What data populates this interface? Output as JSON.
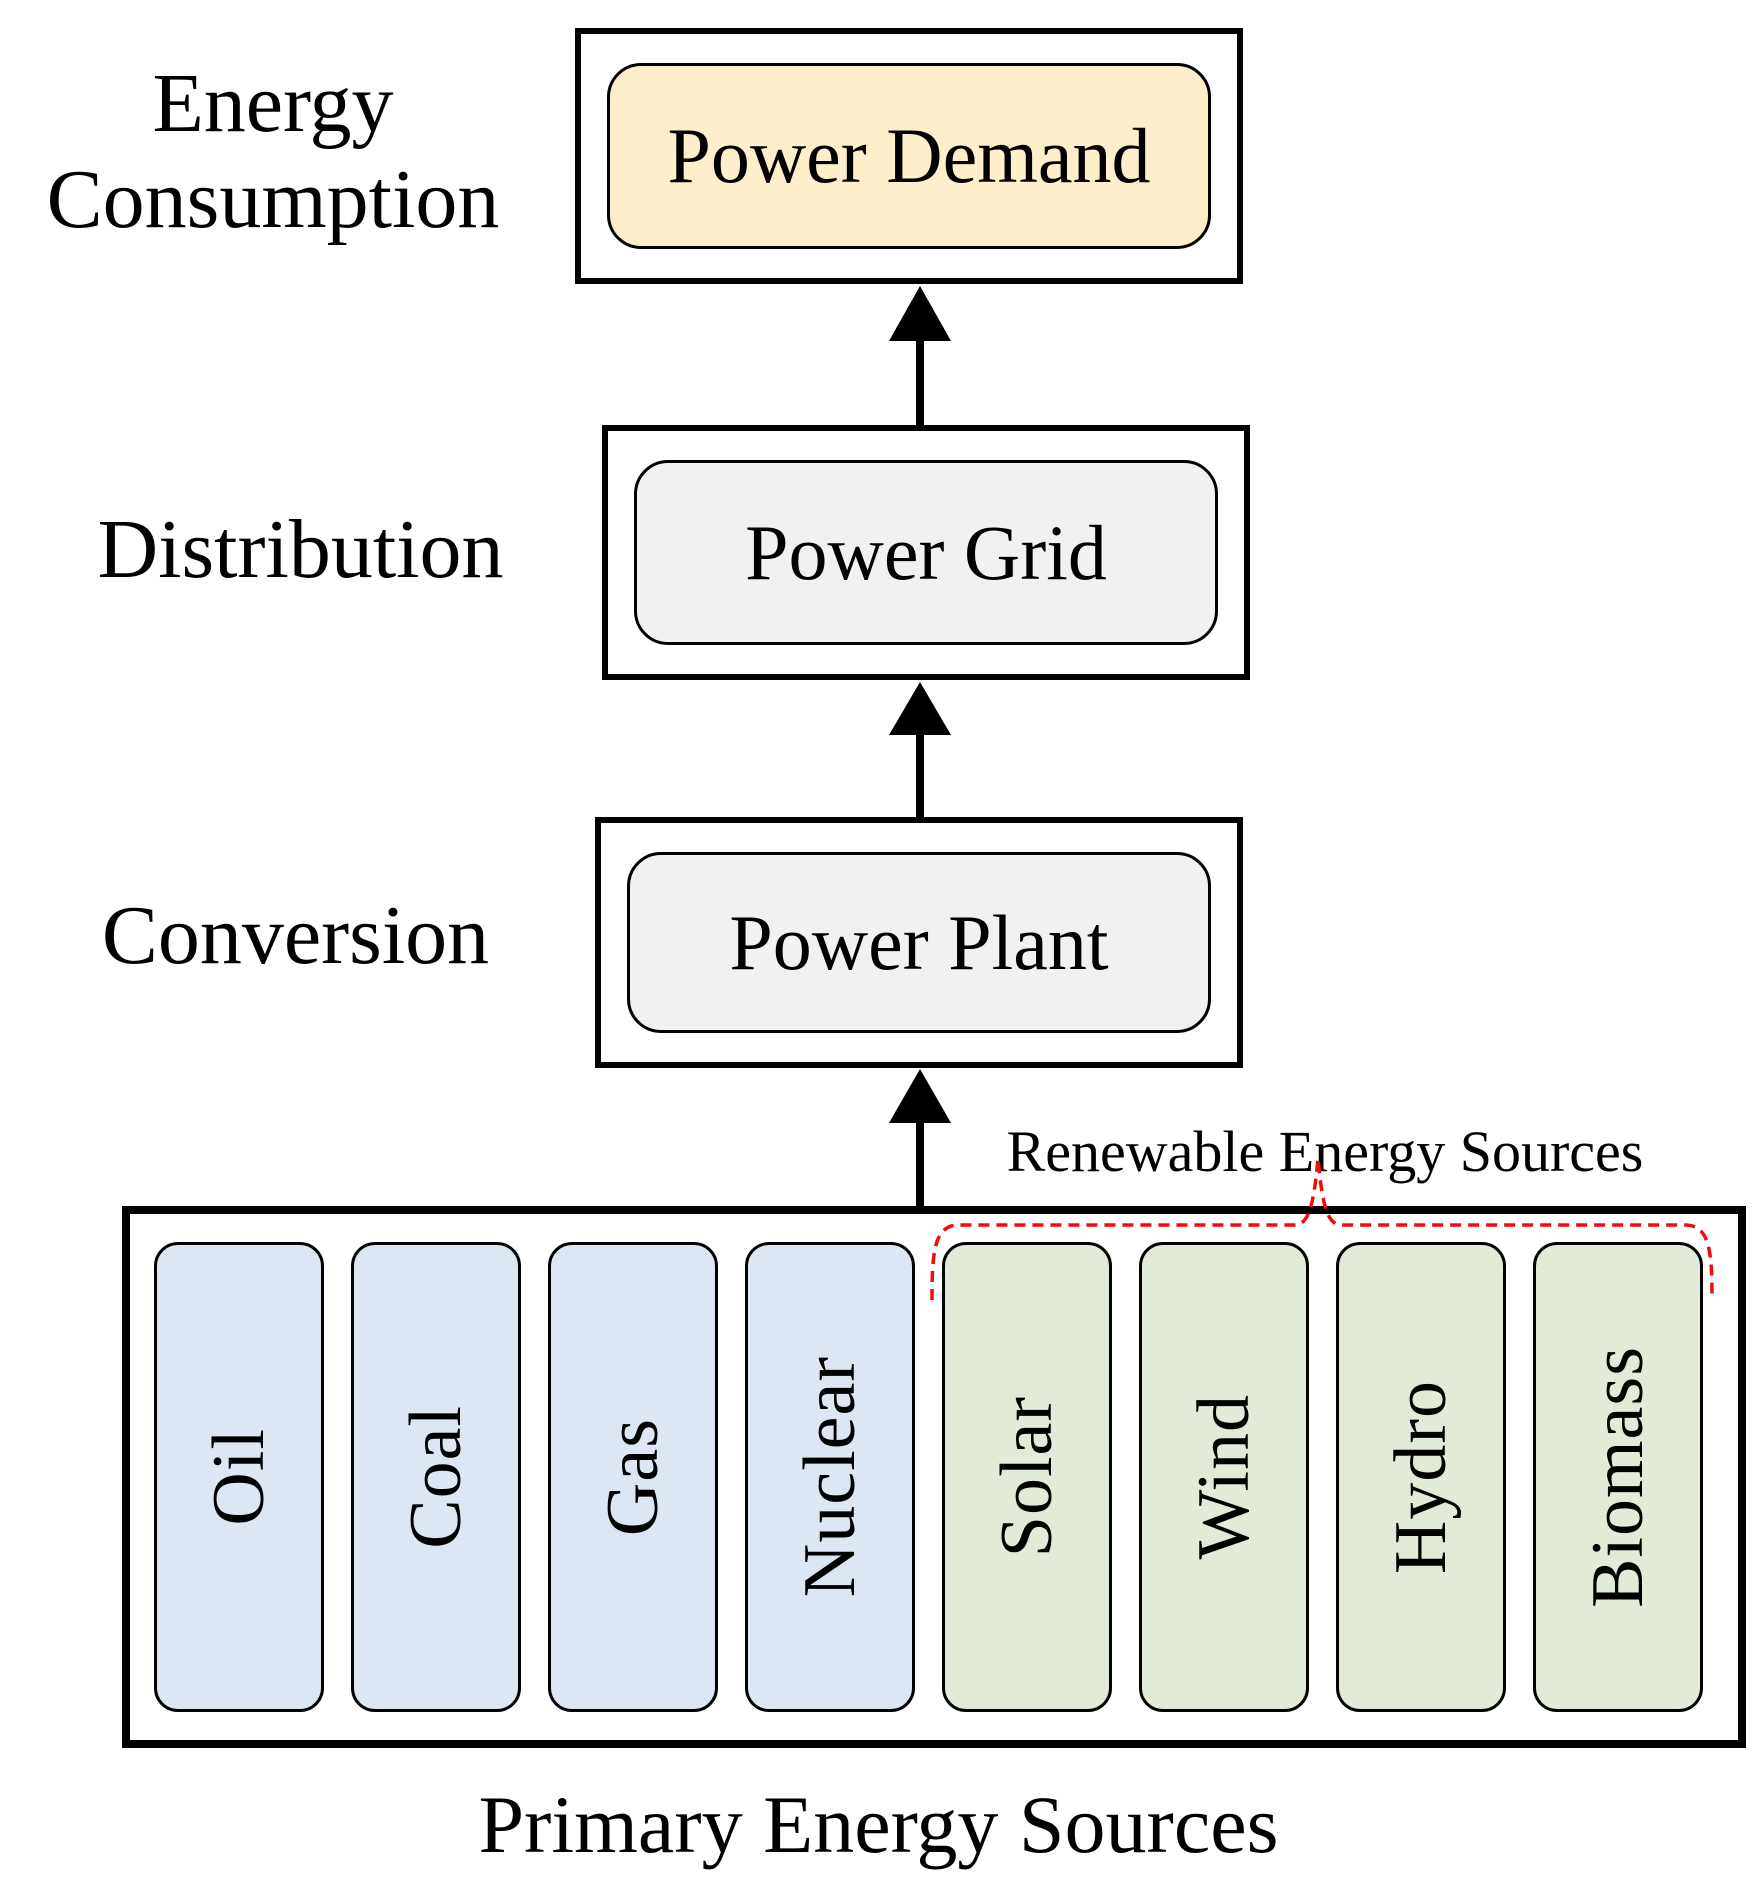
{
  "stages": {
    "consumption": {
      "line1": "Energy",
      "line2": "Consumption"
    },
    "distribution": {
      "label": "Distribution"
    },
    "conversion": {
      "label": "Conversion"
    }
  },
  "nodes": {
    "power_demand": {
      "label": "Power Demand",
      "fill": "#FCEFC9"
    },
    "power_grid": {
      "label": "Power Grid",
      "fill": "#F1F1F1"
    },
    "power_plant": {
      "label": "Power Plant",
      "fill": "#F1F1F1"
    }
  },
  "sources": {
    "caption": "Primary Energy Sources",
    "renewable_group_label": "Renewable Energy Sources",
    "items": [
      {
        "label": "Oil",
        "type": "conventional"
      },
      {
        "label": "Coal",
        "type": "conventional"
      },
      {
        "label": "Gas",
        "type": "conventional"
      },
      {
        "label": "Nuclear",
        "type": "conventional"
      },
      {
        "label": "Solar",
        "type": "renewable"
      },
      {
        "label": "Wind",
        "type": "renewable"
      },
      {
        "label": "Hydro",
        "type": "renewable"
      },
      {
        "label": "Biomass",
        "type": "renewable"
      }
    ]
  },
  "colors": {
    "demand_fill": "#FCEFC9",
    "node_fill": "#F1F1F1",
    "conventional_fill": "#DCE7F3",
    "renewable_fill": "#E2EAD8",
    "brace_red": "#F50A0A",
    "line_black": "#000000"
  }
}
